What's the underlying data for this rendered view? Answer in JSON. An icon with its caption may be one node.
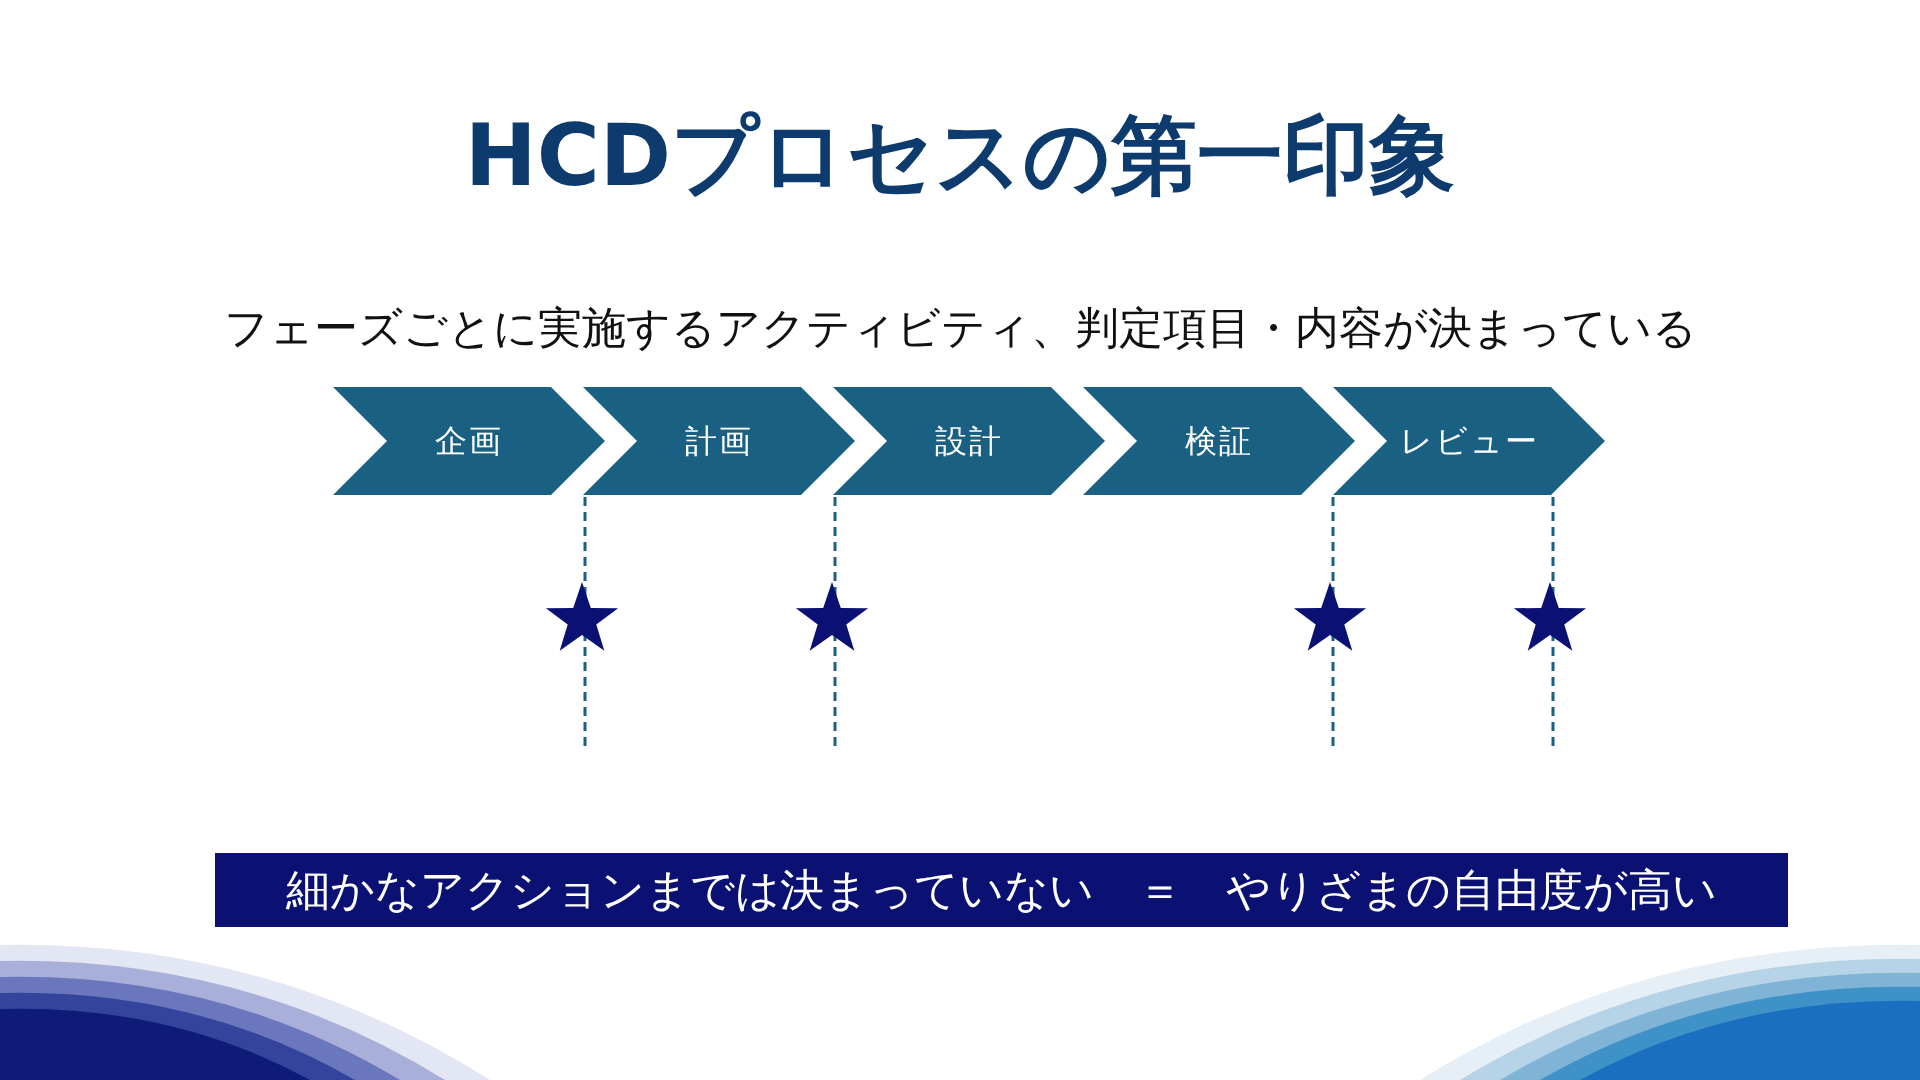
{
  "diagram": {
    "title": "HCDプロセスの第一印象",
    "nodes": [
      {
        "text": [
          "企画"
        ]
      },
      {
        "text": [
          "計画"
        ]
      },
      {
        "text": [
          "設計"
        ]
      },
      {
        "text": [
          "検証"
        ]
      },
      {
        "text": [
          "レビュー"
        ]
      },
      {
        "text": [
          "細かなアクションまでは決まっていない　＝　やりざまの自由度が高い"
        ]
      }
    ],
    "labels": [
      "フェーズごとに実施するアクティビティ、判定項目・内容が決まっている"
    ]
  }
}
